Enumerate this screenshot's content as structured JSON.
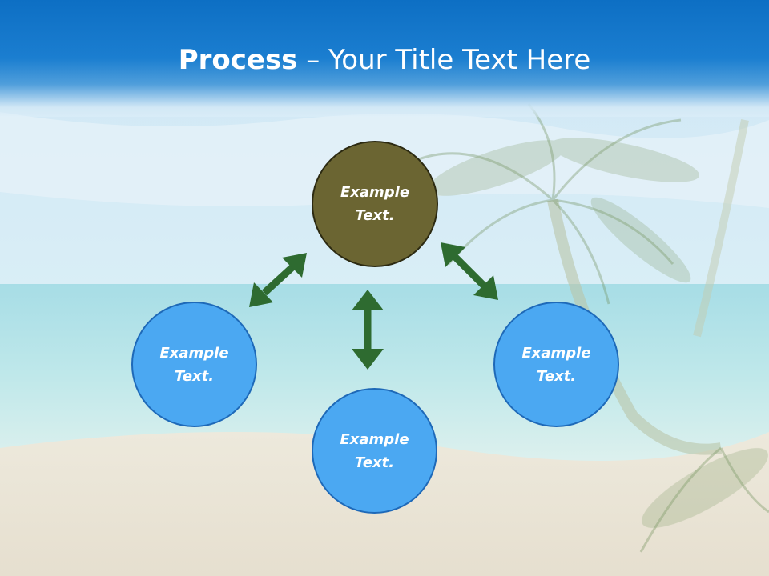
{
  "slide": {
    "title_bold": "Process",
    "title_rest": " – Your Title Text Here"
  },
  "nodes": {
    "top": {
      "line1": "Example",
      "line2": "Text."
    },
    "left": {
      "line1": "Example",
      "line2": "Text."
    },
    "right": {
      "line1": "Example",
      "line2": "Text."
    },
    "bottom": {
      "line1": "Example",
      "line2": "Text."
    }
  },
  "colors": {
    "header_blue": "#0d6fc4",
    "top_node_fill": "#6b6532",
    "node_fill": "#4ba8f2",
    "arrow_green": "#2e6b30"
  }
}
